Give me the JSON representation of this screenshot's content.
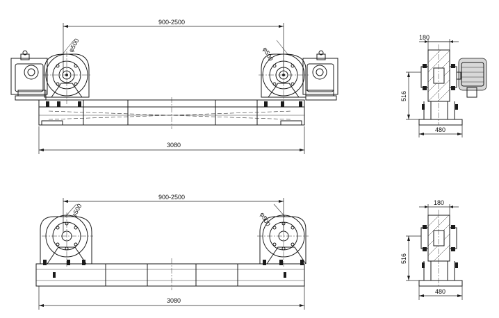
{
  "top_view": {
    "span": "900-2500",
    "wheel_dia_left": "φ500",
    "wheel_dia_right": "φ500",
    "length": "3080"
  },
  "top_side": {
    "wheel_width": "180",
    "height": "516",
    "base_width": "480"
  },
  "bottom_view": {
    "span": "900-2500",
    "wheel_dia_left": "φ500",
    "wheel_dia_right": "φ500",
    "length": "3080"
  },
  "bottom_side": {
    "wheel_width": "180",
    "height": "516",
    "base_width": "480"
  }
}
